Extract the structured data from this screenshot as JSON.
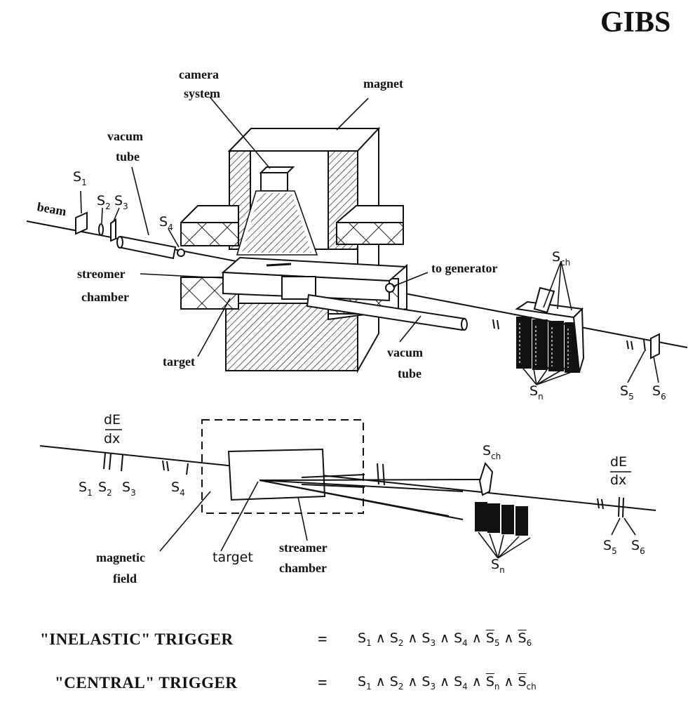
{
  "title": "GIBS",
  "top_labels": {
    "camera_1": "camera",
    "camera_2": "system",
    "magnet": "magnet",
    "vacum_1": "vacum",
    "vacum_2": "tube",
    "beam": "beam",
    "streomer_1": "streomer",
    "streomer_2": "chamber",
    "target": "target",
    "to_generator": "to generator",
    "vacum_b1": "vacum",
    "vacum_b2": "tube"
  },
  "counters": {
    "S": "S",
    "s1": "1",
    "s2": "2",
    "s3": "3",
    "s4": "4",
    "s5": "5",
    "s6": "6",
    "ch": "ch",
    "n": "n"
  },
  "bottom_labels": {
    "dE": "dE",
    "dx": "dx",
    "magnetic_1": "magnetic",
    "magnetic_2": "field",
    "target": "target",
    "streamer_1": "streamer",
    "streamer_2": "chamber"
  },
  "triggers": [
    {
      "name": "\"INELASTIC\"  TRIGGER",
      "sign": "="
    },
    {
      "name": "\"CENTRAL\"  TRIGGER",
      "sign": "="
    }
  ]
}
